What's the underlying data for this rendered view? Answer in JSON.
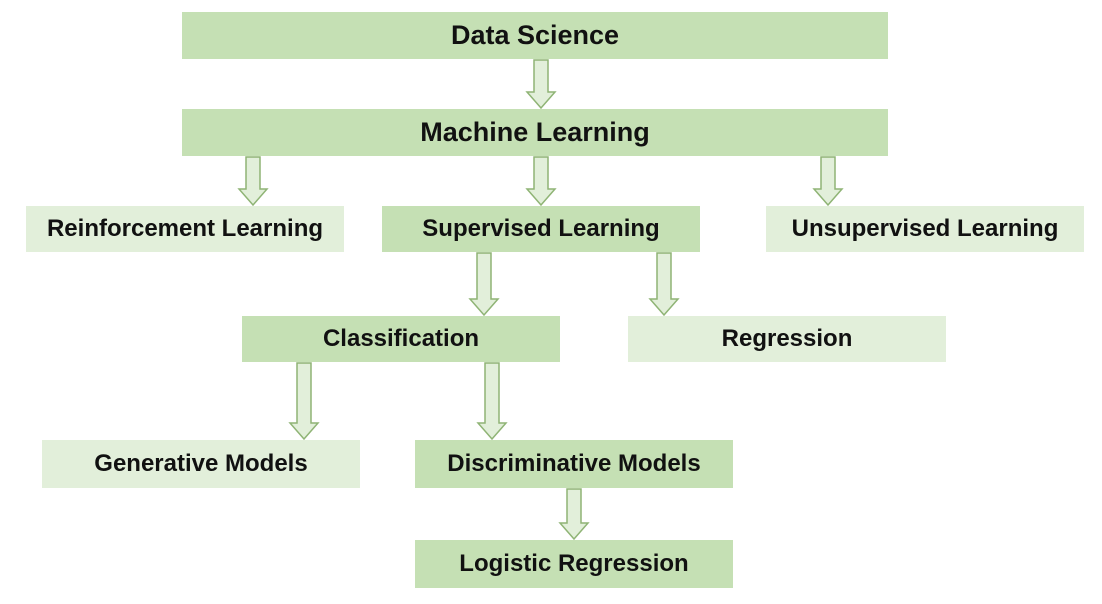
{
  "nodes": {
    "data_science": {
      "label": "Data Science",
      "style": "strong"
    },
    "machine_learning": {
      "label": "Machine Learning",
      "style": "strong"
    },
    "reinforcement_learning": {
      "label": "Reinforcement Learning",
      "style": "light"
    },
    "supervised_learning": {
      "label": "Supervised Learning",
      "style": "strong"
    },
    "unsupervised_learning": {
      "label": "Unsupervised Learning",
      "style": "light"
    },
    "classification": {
      "label": "Classification",
      "style": "strong"
    },
    "regression": {
      "label": "Regression",
      "style": "light"
    },
    "generative_models": {
      "label": "Generative Models",
      "style": "light"
    },
    "discriminative_models": {
      "label": "Discriminative Models",
      "style": "strong"
    },
    "logistic_regression": {
      "label": "Logistic Regression",
      "style": "strong"
    }
  },
  "edges": [
    {
      "from": "data_science",
      "to": "machine_learning"
    },
    {
      "from": "machine_learning",
      "to": "reinforcement_learning"
    },
    {
      "from": "machine_learning",
      "to": "supervised_learning"
    },
    {
      "from": "machine_learning",
      "to": "unsupervised_learning"
    },
    {
      "from": "supervised_learning",
      "to": "classification"
    },
    {
      "from": "supervised_learning",
      "to": "regression"
    },
    {
      "from": "classification",
      "to": "generative_models"
    },
    {
      "from": "classification",
      "to": "discriminative_models"
    },
    {
      "from": "discriminative_models",
      "to": "logistic_regression"
    }
  ],
  "colors": {
    "strong_fill": "#c5e0b4",
    "light_fill": "#e2efda",
    "arrow_fill": "#e2efda",
    "arrow_stroke": "#8fb475",
    "text": "#111111"
  }
}
